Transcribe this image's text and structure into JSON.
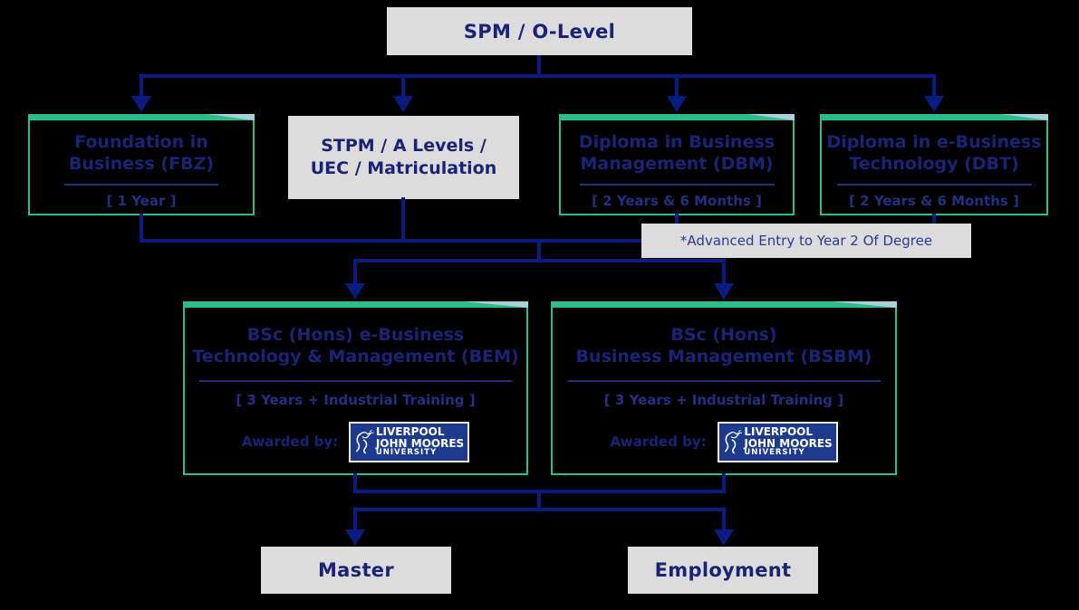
{
  "colors": {
    "background": "#000000",
    "gray_box": "#dcdcdc",
    "navy_text": "#1b2375",
    "duration_text": "#22307f",
    "line_navy": "#0a1c80",
    "accent_green": "#2abd8e",
    "accent_wedge": "#abd0da",
    "ljmu_blue": "#1d3a8c"
  },
  "nodes": {
    "spm": {
      "label": "SPM / O-Level"
    },
    "foundation": {
      "title_line1": "Foundation in",
      "title_line2": "Business (FBZ)",
      "duration": "[ 1 Year ]"
    },
    "stpm": {
      "title_line1": "STPM / A Levels /",
      "title_line2": "UEC / Matriculation"
    },
    "dbm": {
      "title_line1": "Diploma in Business",
      "title_line2": "Management (DBM)",
      "duration": "[ 2 Years & 6 Months ]"
    },
    "dbt": {
      "title_line1": "Diploma in e-Business",
      "title_line2": "Technology (DBT)",
      "duration": "[ 2 Years & 6 Months ]"
    },
    "advanced_entry": {
      "label": "*Advanced Entry to Year 2 Of Degree"
    },
    "bem": {
      "title_line1": "BSc (Hons) e-Business",
      "title_line2": "Technology & Management (BEM)",
      "duration": "[ 3 Years + Industrial Training ]",
      "awarded_by": "Awarded by:"
    },
    "bsbm": {
      "title_line1": "BSc (Hons)",
      "title_line2": "Business Management (BSBM)",
      "duration": "[ 3 Years + Industrial Training ]",
      "awarded_by": "Awarded by:"
    },
    "master": {
      "label": "Master"
    },
    "employment": {
      "label": "Employment"
    }
  },
  "ljmu_logo": {
    "line1": "LIVERPOOL",
    "line2": "JOHN MOORES",
    "line3": "UNIVERSITY"
  }
}
